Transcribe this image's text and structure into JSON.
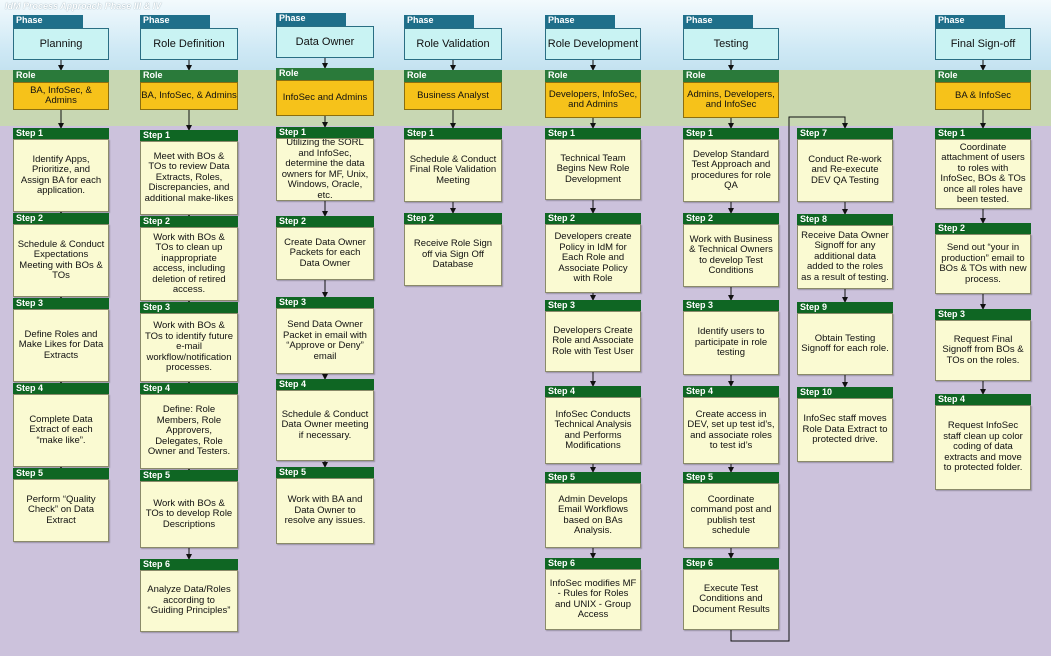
{
  "title": "IdM Process Approach Phase III & IV",
  "colors": {
    "phase_header": "#1f6f8a",
    "role_header": "#2a7a3a",
    "step_header": "#0f6623",
    "phase_fill": "#c9f3f3",
    "role_fill": "#f6c21a",
    "step_fill": "#fafad2"
  },
  "columns": [
    {
      "phase_label": "Phase",
      "phase": "Planning",
      "role_label": "Role",
      "role": "BA, InfoSec, & Admins",
      "steps": [
        {
          "label": "Step 1",
          "text": "Identify Apps, Prioritize, and Assign BA for each application."
        },
        {
          "label": "Step 2",
          "text": "Schedule & Conduct Expectations Meeting with BOs & TOs"
        },
        {
          "label": "Step 3",
          "text": "Define Roles and Make Likes for Data Extracts"
        },
        {
          "label": "Step 4",
          "text": "Complete Data Extract of each “make like”."
        },
        {
          "label": "Step 5",
          "text": "Perform “Quality Check” on Data Extract"
        }
      ]
    },
    {
      "phase_label": "Phase",
      "phase": "Role Definition",
      "role_label": "Role",
      "role": "BA, InfoSec, & Admins",
      "steps": [
        {
          "label": "Step 1",
          "text": "Meet with BOs & TOs to review Data Extracts, Roles, Discrepancies, and additional make-likes"
        },
        {
          "label": "Step 2",
          "text": "Work with BOs & TOs to clean up inappropriate access, including deletion of retired access."
        },
        {
          "label": "Step 3",
          "text": "Work with BOs & TOs to identify future e-mail workflow/notification processes."
        },
        {
          "label": "Step 4",
          "text": "Define: Role Members, Role Approvers, Delegates, Role Owner and Testers."
        },
        {
          "label": "Step 5",
          "text": "Work with BOs & TOs to develop Role Descriptions"
        },
        {
          "label": "Step 6",
          "text": "Analyze Data/Roles according to “Guiding Principles”"
        }
      ]
    },
    {
      "phase_label": "Phase",
      "phase": "Data Owner",
      "role_label": "Role",
      "role": "InfoSec and Admins",
      "steps": [
        {
          "label": "Step 1",
          "text": "Utilizing the SORL and InfoSec, determine the data owners for MF, Unix, Windows, Oracle, etc."
        },
        {
          "label": "Step 2",
          "text": "Create Data Owner Packets for each Data Owner"
        },
        {
          "label": "Step 3",
          "text": "Send Data Owner Packet in email with “Approve or Deny” email"
        },
        {
          "label": "Step 4",
          "text": "Schedule & Conduct Data Owner meeting if necessary."
        },
        {
          "label": "Step 5",
          "text": "Work with BA and Data Owner to resolve any issues."
        }
      ]
    },
    {
      "phase_label": "Phase",
      "phase": "Role Validation",
      "role_label": "Role",
      "role": "Business Analyst",
      "steps": [
        {
          "label": "Step 1",
          "text": "Schedule & Conduct Final Role Validation Meeting"
        },
        {
          "label": "Step 2",
          "text": "Receive Role Sign off via Sign Off Database"
        }
      ]
    },
    {
      "phase_label": "Phase",
      "phase": "Role Development",
      "role_label": "Role",
      "role": "Developers, InfoSec, and Admins",
      "steps": [
        {
          "label": "Step 1",
          "text": "Technical Team Begins New Role Development"
        },
        {
          "label": "Step 2",
          "text": "Developers create Policy in IdM for Each Role and Associate Policy with Role"
        },
        {
          "label": "Step 3",
          "text": "Developers Create Role and Associate Role with Test User"
        },
        {
          "label": "Step 4",
          "text": "InfoSec Conducts Technical Analysis and Performs Modifications"
        },
        {
          "label": "Step 5",
          "text": "Admin Develops Email Workflows based on BAs Analysis."
        },
        {
          "label": "Step 6",
          "text": "InfoSec modifies MF - Rules for Roles and UNIX - Group Access"
        }
      ]
    },
    {
      "phase_label": "Phase",
      "phase": "Testing",
      "role_label": "Role",
      "role": "Admins, Developers, and InfoSec",
      "steps": [
        {
          "label": "Step 1",
          "text": "Develop Standard Test Approach and procedures for role QA"
        },
        {
          "label": "Step 2",
          "text": "Work with Business & Technical Owners to develop Test Conditions"
        },
        {
          "label": "Step 3",
          "text": "Identify users to participate in role testing"
        },
        {
          "label": "Step 4",
          "text": "Create access in DEV, set up test id’s, and associate roles to test id’s"
        },
        {
          "label": "Step 5",
          "text": "Coordinate command post and publish test schedule"
        },
        {
          "label": "Step 6",
          "text": "Execute Test Conditions and Document Results"
        }
      ]
    },
    {
      "phase_label": "",
      "phase": "",
      "role_label": "",
      "role": "",
      "steps": [
        {
          "label": "Step 7",
          "text": "Conduct Re-work and Re-execute DEV QA Testing"
        },
        {
          "label": "Step 8",
          "text": "Receive Data Owner Signoff for any additional data added to the roles as a result of testing."
        },
        {
          "label": "Step 9",
          "text": "Obtain Testing Signoff for each role."
        },
        {
          "label": "Step 10",
          "text": "InfoSec staff moves Role Data Extract to protected drive."
        }
      ]
    },
    {
      "phase_label": "Phase",
      "phase": "Final Sign-off",
      "role_label": "Role",
      "role": "BA & InfoSec",
      "steps": [
        {
          "label": "Step 1",
          "text": "Coordinate attachment of users to roles with InfoSec, BOs & TOs once all roles have been tested."
        },
        {
          "label": "Step 2",
          "text": "Send out “your in production” email to BOs & TOs with new process."
        },
        {
          "label": "Step 3",
          "text": "Request Final Signoff from BOs & TOs on the roles."
        },
        {
          "label": "Step 4",
          "text": "Request InfoSec staff clean up color coding of data extracts and move to protected folder."
        }
      ]
    }
  ]
}
